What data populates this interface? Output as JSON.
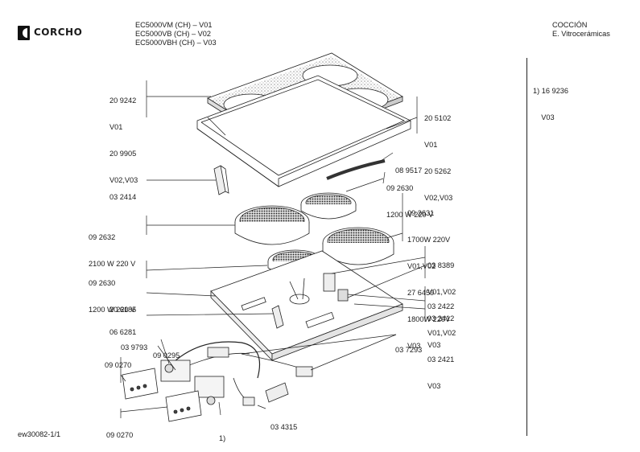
{
  "header": {
    "logo_text": "CORCHO",
    "models": [
      "EC5000VM (CH) – V01",
      "EC5000VB (CH) – V02",
      "EC5000VBH (CH) – V03"
    ],
    "category": [
      "COCCIÓN",
      "E. Vitrocerámicas"
    ]
  },
  "side_notes": {
    "footnote": [
      "1) 16 9236",
      "    V03"
    ]
  },
  "footer": {
    "code": "ew30082-1/1"
  },
  "parts": {
    "glass_top": [
      "20 9242",
      "V01",
      "20 9905",
      "V02,V03"
    ],
    "frame": [
      "20 5102",
      "V01",
      "20 5262",
      "V02,V03"
    ],
    "gasket": [
      "08 9517"
    ],
    "small_burner_top": [
      "09 2630",
      "1200 W 220 V"
    ],
    "bracket": [
      "03 2414"
    ],
    "large_burner": [
      "09 2632",
      "2100 W 220 V"
    ],
    "dual_burner": [
      "09 2631",
      "1700W 220V",
      "V01,V02",
      "27 6459",
      "1800W 220V",
      "V03"
    ],
    "small_burner_bottom": [
      "09 2630",
      "1200 W 220 V"
    ],
    "limiter": [
      "03 8389",
      "V01,V02",
      "03 2412",
      "V03"
    ],
    "base_tray": [
      "20 6185"
    ],
    "clip": [
      "06 6281"
    ],
    "terminal": [
      "03 2422",
      "V01,V02",
      "03 2421",
      "V03"
    ],
    "switch_a": [
      "03 9793"
    ],
    "knob_a": [
      "09 0295"
    ],
    "panel_a": [
      "09 0270"
    ],
    "connector": [
      "03 7293"
    ],
    "panel_b": [
      "09 0270"
    ],
    "cable_clamp": [
      "03 4315"
    ],
    "footnote_ref": [
      "1)"
    ]
  }
}
